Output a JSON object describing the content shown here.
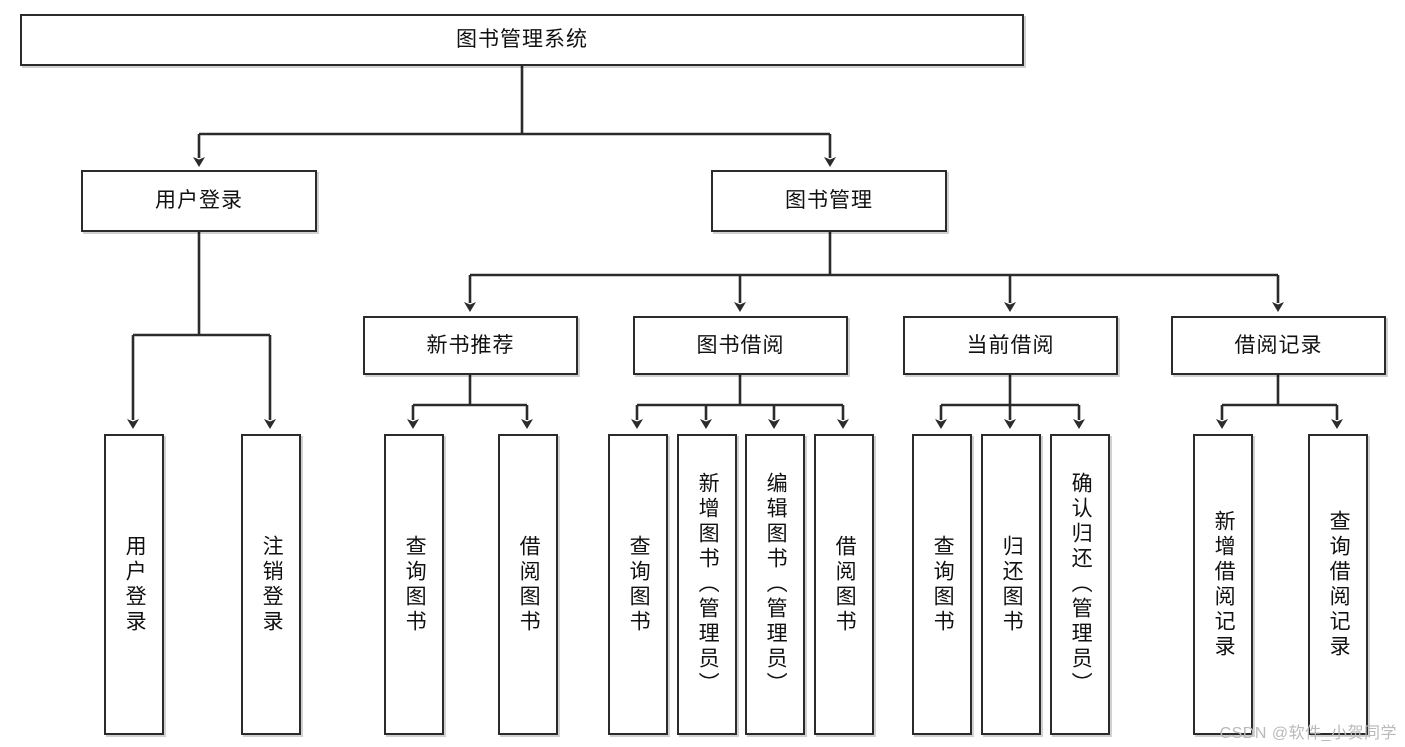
{
  "diagram": {
    "title": "图书管理系统",
    "type": "tree-hierarchy-diagram",
    "root": {
      "label": "图书管理系统"
    },
    "level1": [
      {
        "label": "用户登录"
      },
      {
        "label": "图书管理"
      }
    ],
    "level2": [
      {
        "label": "新书推荐"
      },
      {
        "label": "图书借阅"
      },
      {
        "label": "当前借阅"
      },
      {
        "label": "借阅记录"
      }
    ],
    "leaves": {
      "user_login": [
        {
          "label": "用户登录"
        },
        {
          "label": "注销登录"
        }
      ],
      "new_book_recommend": [
        {
          "label": "查询图书"
        },
        {
          "label": "借阅图书"
        }
      ],
      "book_borrow": [
        {
          "label": "查询图书"
        },
        {
          "label": "新增图书（管理员）"
        },
        {
          "label": "编辑图书（管理员）"
        },
        {
          "label": "借阅图书"
        }
      ],
      "current_borrow": [
        {
          "label": "查询图书"
        },
        {
          "label": "归还图书"
        },
        {
          "label": "确认归还（管理员）"
        }
      ],
      "borrow_record": [
        {
          "label": "新增借阅记录"
        },
        {
          "label": "查询借阅记录"
        }
      ]
    }
  },
  "watermark": {
    "text": "CSDN @软件_小贺同学"
  },
  "colors": {
    "stroke": "#2b2b2b",
    "background": "#ffffff",
    "text": "#111111",
    "watermark": "#b9b9b9"
  }
}
